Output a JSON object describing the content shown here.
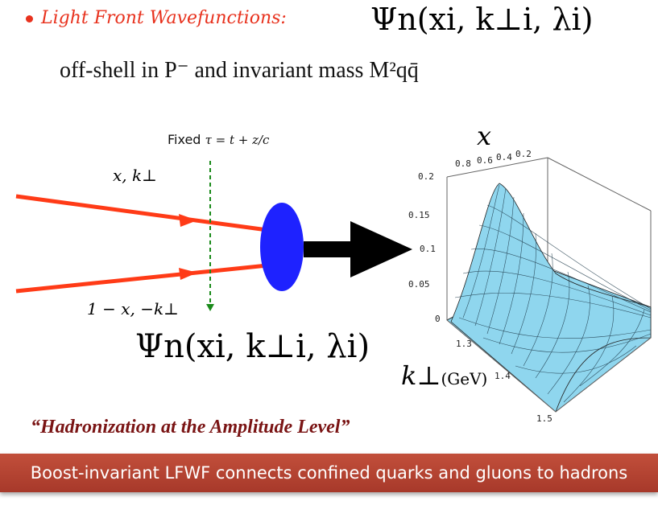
{
  "bullet": {
    "label": "Light Front Wavefunctions:",
    "psi_formula": "Ψn(xi, k⊥i, λi)"
  },
  "subtitle": "off-shell in P⁻ and invariant mass M²qq̄",
  "diagram": {
    "fixed_prefix": "Fixed",
    "fixed_formula": "τ = t + z/c",
    "top_momentum": "x, k⊥",
    "bottom_momentum": "1 − x, −k⊥",
    "psi_bottom": "Ψn(xi, k⊥i, λi)"
  },
  "plot3d": {
    "x_axis_label": "x",
    "k_axis_label": "k⊥",
    "k_axis_unit": "(GeV)",
    "x_ticks": [
      "0.8",
      "0.6",
      "0.4",
      "0.2"
    ],
    "z_ticks": [
      "0.2",
      "0.15",
      "0.1",
      "0.05",
      "0"
    ],
    "k_ticks": [
      "1.3",
      "1.4",
      "1.5"
    ]
  },
  "caption": "“Hadronization at the Amplitude Level”",
  "banner": "Boost-invariant LFWF connects confined quarks and gluons to hadrons",
  "colors": {
    "bullet_red": "#e8321e",
    "arrow_red": "#ff3b17",
    "hadron_blue": "#1e22ff",
    "time_line_green": "#1a8a1a",
    "surface": "#8fd6ee",
    "caption_dark_red": "#7a1414",
    "banner_red": "#b4412f"
  }
}
